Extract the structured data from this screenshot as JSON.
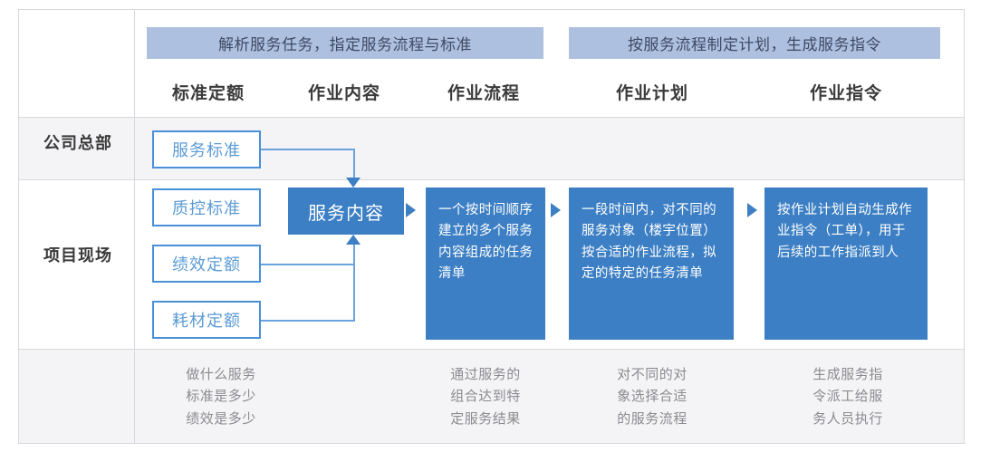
{
  "banners": [
    {
      "id": "banner-parse",
      "text": "解析服务任务，指定服务流程与标准"
    },
    {
      "id": "banner-plan",
      "text": "按服务流程制定计划，生成服务指令"
    }
  ],
  "column_headers": [
    {
      "id": "std-quota",
      "label": "标准定额"
    },
    {
      "id": "task-content",
      "label": "作业内容"
    },
    {
      "id": "task-flow",
      "label": "作业流程"
    },
    {
      "id": "task-plan",
      "label": "作业计划"
    },
    {
      "id": "task-order",
      "label": "作业指令"
    }
  ],
  "row_labels": [
    {
      "id": "headquarters",
      "label": "公司总部"
    },
    {
      "id": "project-site",
      "label": "项目现场"
    }
  ],
  "outlined_boxes": [
    {
      "id": "service-standard",
      "label": "服务标准"
    },
    {
      "id": "quality-standard",
      "label": "质控标准"
    },
    {
      "id": "performance-quota",
      "label": "绩效定额"
    },
    {
      "id": "consumable-quota",
      "label": "耗材定额"
    }
  ],
  "solid_boxes": [
    {
      "id": "service-content",
      "text": "服务内容"
    },
    {
      "id": "work-flow",
      "text": "一个按时间顺序建立的多个服务内容组成的任务清单"
    },
    {
      "id": "work-plan",
      "text": "一段时间内，对不同的服务对象（楼宇位置）按合适的作业流程，拟定的特定的任务清单"
    },
    {
      "id": "work-order",
      "text": "按作业计划自动生成作业指令（工单），用于后续的工作指派到人"
    }
  ],
  "footer_notes": [
    {
      "id": "note-standard",
      "lines": "做什么服务\n标准是多少\n绩效是多少"
    },
    {
      "id": "note-content",
      "lines": "通过服务的\n组合达到特\n定服务结果"
    },
    {
      "id": "note-flow",
      "lines": "对不同的对\n象选择合适\n的服务流程"
    },
    {
      "id": "note-order",
      "lines": "生成服务指\n令派工给服\n务人员执行"
    }
  ],
  "colors": {
    "banner_fill": "#adc0e0",
    "solid_fill": "#3c7fc4",
    "outline_stroke": "#4a90d9",
    "outline_text": "#5b9bd5",
    "grid_line": "#d8d8dc",
    "row_shade": "#f4f4f6",
    "note_text": "#8b8b90"
  }
}
